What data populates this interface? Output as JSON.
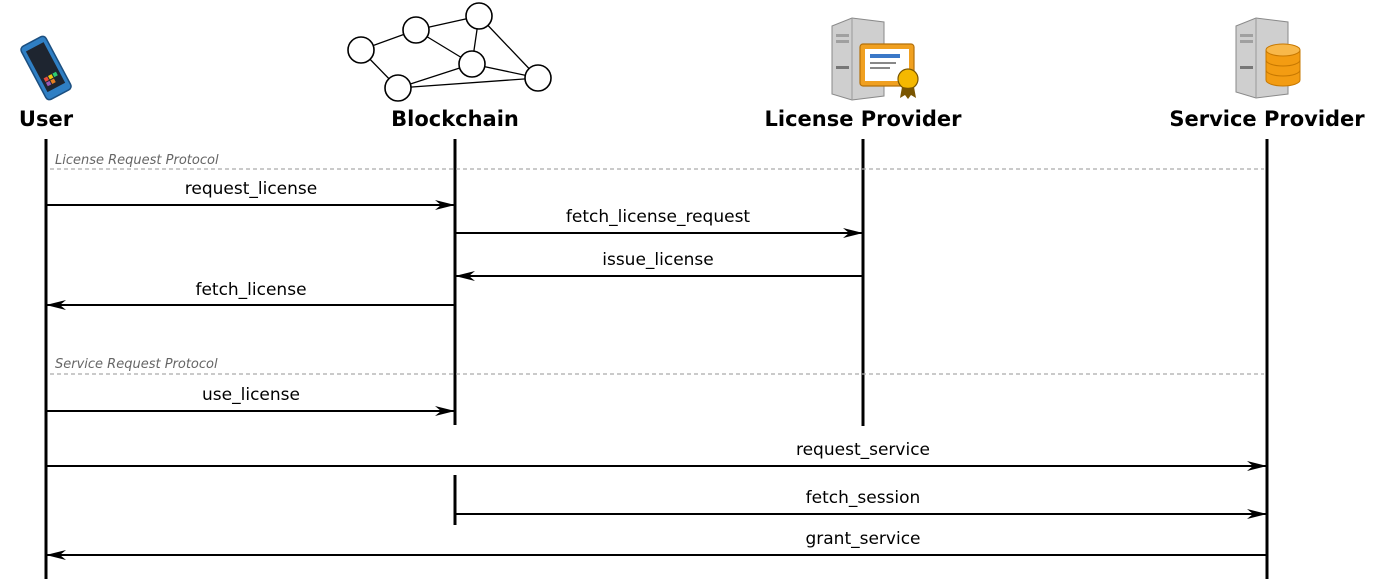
{
  "actors": [
    {
      "id": "user",
      "label": "User",
      "icon": "phone-icon"
    },
    {
      "id": "blockchain",
      "label": "Blockchain",
      "icon": "network-graph-icon"
    },
    {
      "id": "license_provider",
      "label": "License Provider",
      "icon": "certificate-server-icon"
    },
    {
      "id": "service_provider",
      "label": "Service Provider",
      "icon": "database-server-icon"
    }
  ],
  "sections": [
    {
      "label": "License Request Protocol"
    },
    {
      "label": "Service Request Protocol"
    }
  ],
  "messages": [
    {
      "label": "request_license",
      "from": "user",
      "to": "blockchain"
    },
    {
      "label": "fetch_license_request",
      "from": "blockchain",
      "to": "license_provider"
    },
    {
      "label": "issue_license",
      "from": "license_provider",
      "to": "blockchain"
    },
    {
      "label": "fetch_license",
      "from": "blockchain",
      "to": "user"
    },
    {
      "label": "use_license",
      "from": "user",
      "to": "blockchain"
    },
    {
      "label": "request_service",
      "from": "user",
      "to": "service_provider"
    },
    {
      "label": "fetch_session",
      "from": "blockchain",
      "to": "service_provider"
    },
    {
      "label": "grant_service",
      "from": "service_provider",
      "to": "user"
    }
  ],
  "colors": {
    "line": "#000000",
    "separator": "#aaaaaa",
    "section_text": "#666666",
    "phone_body": "#3a8fd8",
    "certificate": "#f0a020",
    "database": "#f39c12"
  }
}
